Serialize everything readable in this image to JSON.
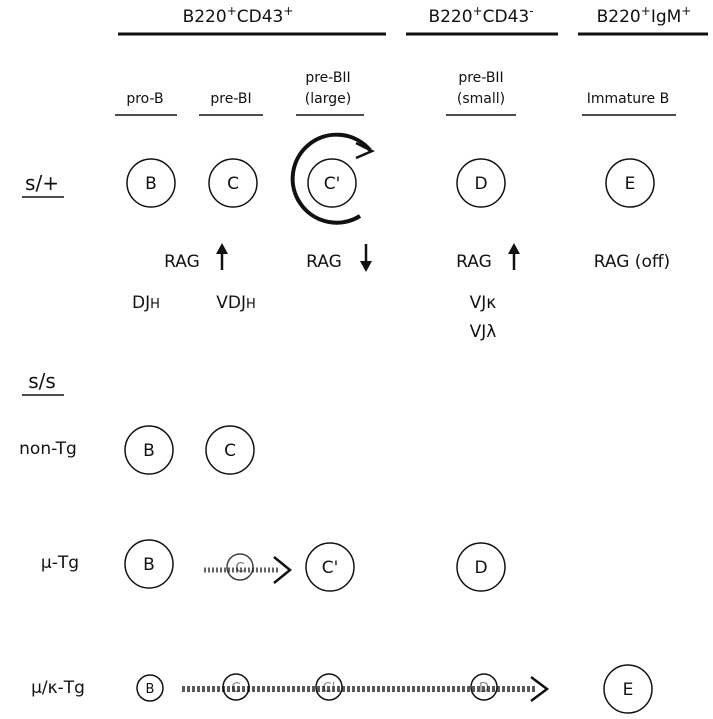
{
  "groups": [
    {
      "main": "B220",
      "sup1": "+",
      "main2": "CD43",
      "sup2": "+"
    },
    {
      "main": "B220",
      "sup1": "+",
      "main2": "CD43",
      "sup2": "-"
    },
    {
      "main": "B220",
      "sup1": "+",
      "main2": "IgM",
      "sup2": "+"
    }
  ],
  "stages": {
    "pro_b": "pro-B",
    "pre_bi": "pre-BI",
    "pre_bii_large_1": "pre-BII",
    "pre_bii_large_2": "(large)",
    "pre_bii_small_1": "pre-BII",
    "pre_bii_small_2": "(small)",
    "immature_b": "Immature B"
  },
  "genotypes": {
    "wt": "s/+",
    "scid": "s/s",
    "non_tg": "non-Tg",
    "mu_tg": "μ-Tg",
    "mu_kappa_tg": "μ/κ-Tg"
  },
  "cells": {
    "b": "B",
    "c": "C",
    "c_prime": "C'",
    "d": "D",
    "e": "E"
  },
  "rag": {
    "pre_bi": "RAG",
    "pre_bii_large": "RAG",
    "pre_bii_small": "RAG",
    "immature": "RAG (off)"
  },
  "rearrangements": {
    "pro_b": "DJ",
    "pro_b_sub": "H",
    "pre_bi": "VDJ",
    "pre_bi_sub": "H",
    "kappa": "VJκ",
    "lambda": "VJλ"
  }
}
